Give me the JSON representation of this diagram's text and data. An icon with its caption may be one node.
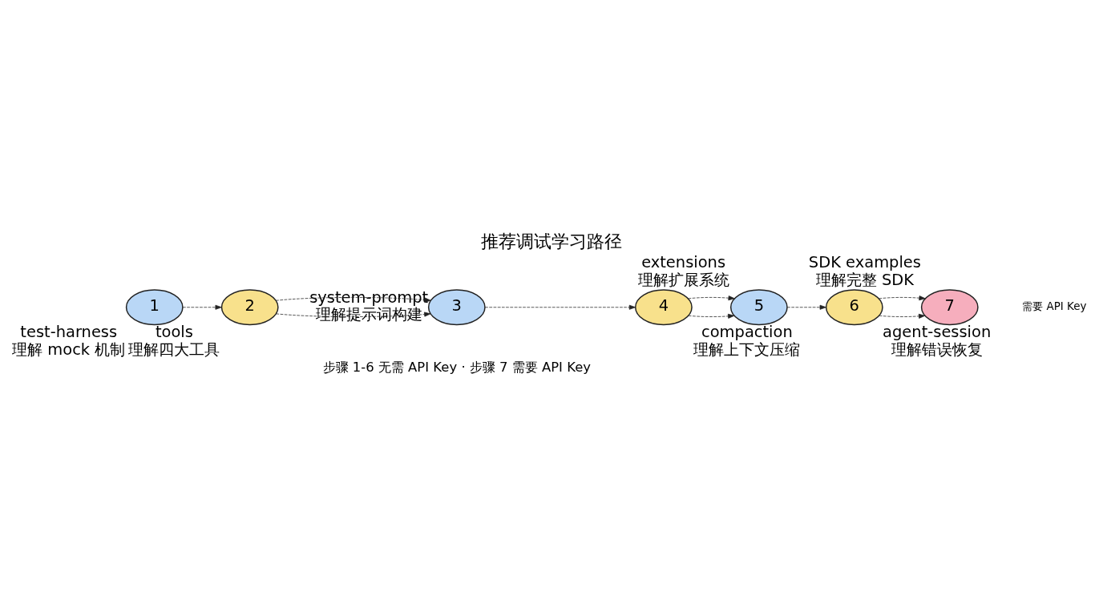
{
  "diagram": {
    "title": "推荐调试学习路径",
    "caption": "步骤 1-6 无需 API Key · 步骤 7 需要 API Key",
    "nodes": [
      {
        "text": [
          "1"
        ],
        "beside": [
          "test-harness",
          "理解 mock 机制"
        ]
      },
      {
        "text": [
          "2"
        ],
        "beside": [
          "tools",
          "理解四大工具"
        ]
      },
      {
        "text": [
          "3"
        ],
        "beside": [
          "system-prompt",
          "理解提示词构建"
        ]
      },
      {
        "text": [
          "4"
        ],
        "beside": [
          "compaction",
          "理解上下文压缩"
        ]
      },
      {
        "text": [
          "5"
        ],
        "beside": [
          "extensions",
          "理解扩展系统"
        ]
      },
      {
        "text": [
          "6"
        ],
        "beside": [
          "agent-session",
          "理解错误恢复"
        ]
      },
      {
        "text": [
          "7"
        ],
        "beside": [
          "SDK examples",
          "理解完整 SDK"
        ]
      }
    ],
    "edges": [
      {
        "from": 0,
        "to": 1,
        "arrow": "to",
        "style": "dashed"
      },
      {
        "from": 1,
        "to": 2,
        "arrow": "to",
        "style": "dashed"
      },
      {
        "from": 1,
        "to": 2,
        "arrow": "to",
        "style": "dashed"
      },
      {
        "from": 2,
        "to": 3,
        "arrow": "to",
        "style": "dashed"
      },
      {
        "from": 3,
        "to": 4,
        "arrow": "to",
        "style": "dashed"
      },
      {
        "from": 3,
        "to": 4,
        "arrow": "to",
        "style": "dashed"
      },
      {
        "from": 4,
        "to": 5,
        "arrow": "to",
        "style": "dashed"
      },
      {
        "from": 5,
        "to": 6,
        "arrow": "to",
        "style": "dashed"
      },
      {
        "from": 5,
        "to": 6,
        "arrow": "to",
        "style": "dashed"
      }
    ],
    "labels": [
      "需要 API Key"
    ]
  }
}
